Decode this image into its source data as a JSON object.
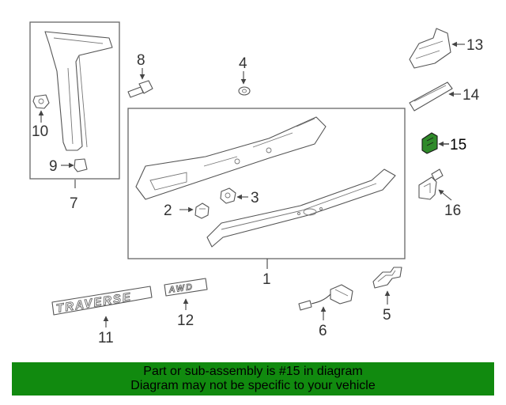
{
  "diagram": {
    "callouts": {
      "c1": "1",
      "c2": "2",
      "c3": "3",
      "c4": "4",
      "c5": "5",
      "c6": "6",
      "c7": "7",
      "c8": "8",
      "c9": "9",
      "c10": "10",
      "c11": "11",
      "c12": "12",
      "c13": "13",
      "c14": "14",
      "c15": "15",
      "c16": "16"
    },
    "emblems": {
      "traverse": "TRAVERSE",
      "awd": "AWD"
    },
    "highlighted_part": "15",
    "colors": {
      "highlight_part": "#2f8a2a",
      "banner_background": "#118a0f",
      "line_art": "#555555"
    }
  },
  "banner": {
    "line1": "Part or sub-assembly is #15 in diagram",
    "line2": "Diagram may not be specific to your vehicle"
  }
}
